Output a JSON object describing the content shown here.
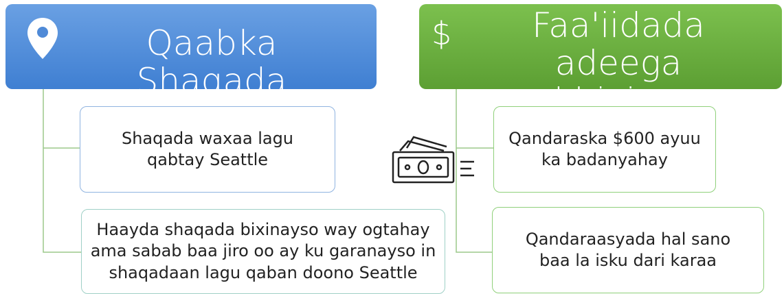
{
  "left": {
    "header": "Qaabka Shaqada",
    "header_icon": "map-pin-icon",
    "items": [
      "Shaqada waxaa lagu qabtay Seattle",
      "Haayda shaqada bixinayso way ogtahay ama sabab baa jiro oo ay ku garanayso in shaqadaan lagu qaban doono Seattle"
    ]
  },
  "right": {
    "header_line1": "Faa'iidada adeega",
    "header_line2": "aad bixinayso",
    "header_icon": "dollar-sign-icon",
    "items": [
      "Qandaraska $600 ayuu ka badanyahay",
      "Qandaraasyada hal sano baa la isku dari karaa"
    ]
  },
  "center_icon": "cash-money-icon",
  "colors": {
    "blue_header": "#4a86d6",
    "green_header": "#66aa3a",
    "blue_border": "#8fb3e0",
    "green_border": "#8fd07a",
    "connector_green": "#9bc98a"
  }
}
